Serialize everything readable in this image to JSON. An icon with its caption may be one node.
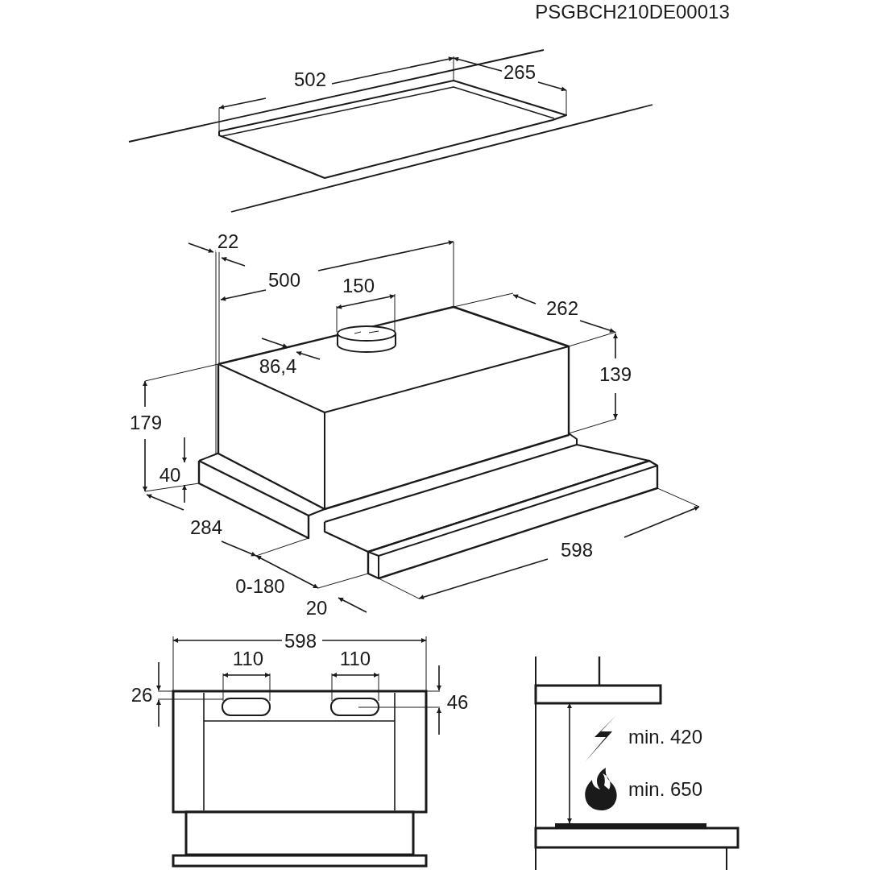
{
  "diagram": {
    "labels": [
      "PSGBCH210DE00013",
      "502",
      "265",
      "22",
      "500",
      "150",
      "262",
      "86,4",
      "139",
      "179",
      "40",
      "284",
      "598",
      "0-180",
      "20",
      "598",
      "110",
      "110",
      "26",
      "46",
      "min. 420",
      "min. 650"
    ]
  }
}
